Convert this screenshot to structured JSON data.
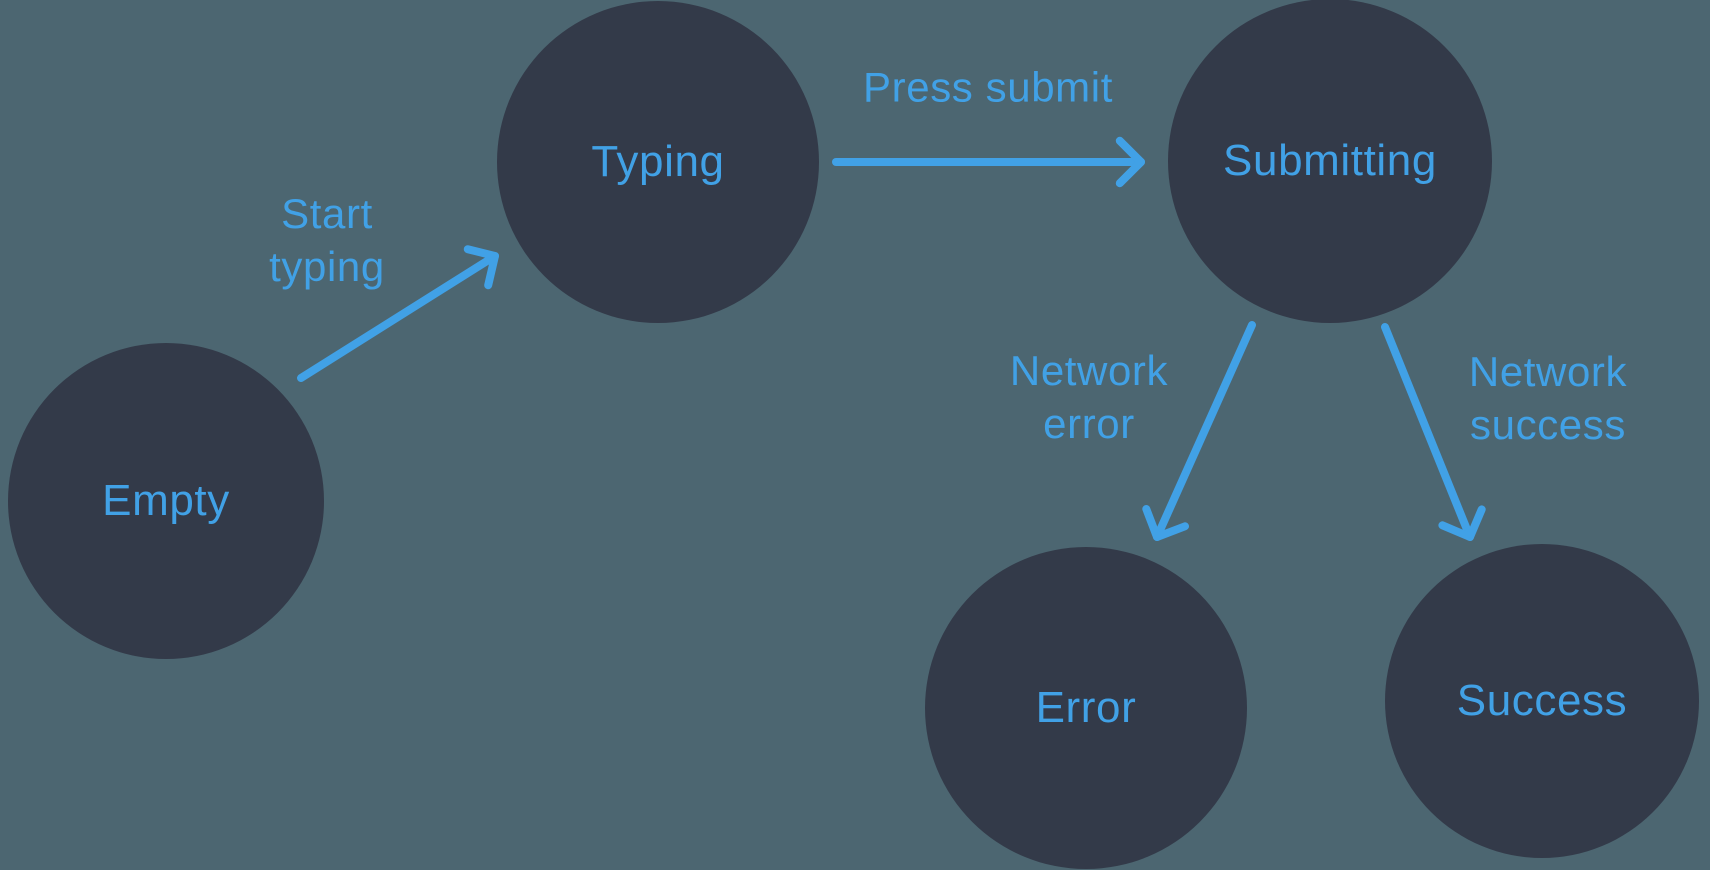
{
  "diagram": {
    "type": "state-machine",
    "colors": {
      "background": "#4C6671",
      "node_fill": "#333A49",
      "accent": "#41A1E6"
    },
    "nodes": [
      {
        "id": "empty",
        "label": "Empty"
      },
      {
        "id": "typing",
        "label": "Typing"
      },
      {
        "id": "submitting",
        "label": "Submitting"
      },
      {
        "id": "error",
        "label": "Error"
      },
      {
        "id": "success",
        "label": "Success"
      }
    ],
    "transitions": [
      {
        "from": "empty",
        "to": "typing",
        "label": "Start typing",
        "label_lines": {
          "0": "Start",
          "1": "typing"
        }
      },
      {
        "from": "typing",
        "to": "submitting",
        "label": "Press submit",
        "label_lines": {
          "0": "Press submit"
        }
      },
      {
        "from": "submitting",
        "to": "error",
        "label": "Network error",
        "label_lines": {
          "0": "Network",
          "1": "error"
        }
      },
      {
        "from": "submitting",
        "to": "success",
        "label": "Network success",
        "label_lines": {
          "0": "Network",
          "1": "success"
        }
      }
    ]
  }
}
